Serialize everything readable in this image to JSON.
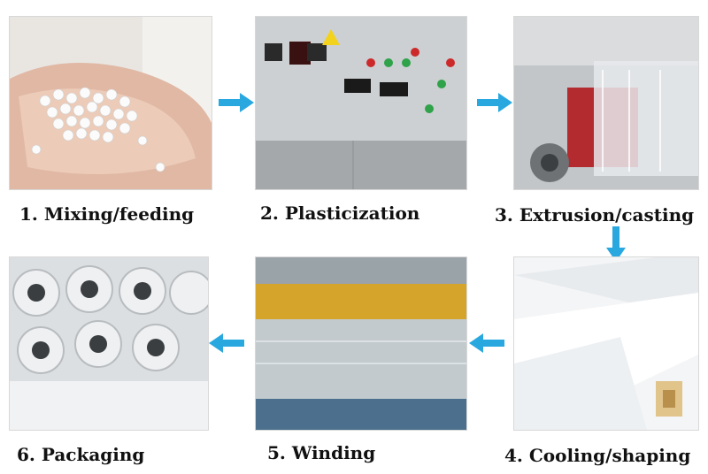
{
  "steps": [
    {
      "label": "1. Mixing/feeding",
      "image": "plastic-pellets-in-hand"
    },
    {
      "label": "2. Plasticization",
      "image": "control-panel"
    },
    {
      "label": "3. Extrusion/casting",
      "image": "casting-roller"
    },
    {
      "label": "4. Cooling/shaping",
      "image": "film-rolls-cooling"
    },
    {
      "label": "5. Winding",
      "image": "winding-machine"
    },
    {
      "label": "6. Packaging",
      "image": "wrapped-film-rolls"
    }
  ],
  "colors": {
    "arrow": "#29a8e0",
    "label": "#111111"
  },
  "icons": {
    "flow_arrow": "arrow-icon"
  }
}
